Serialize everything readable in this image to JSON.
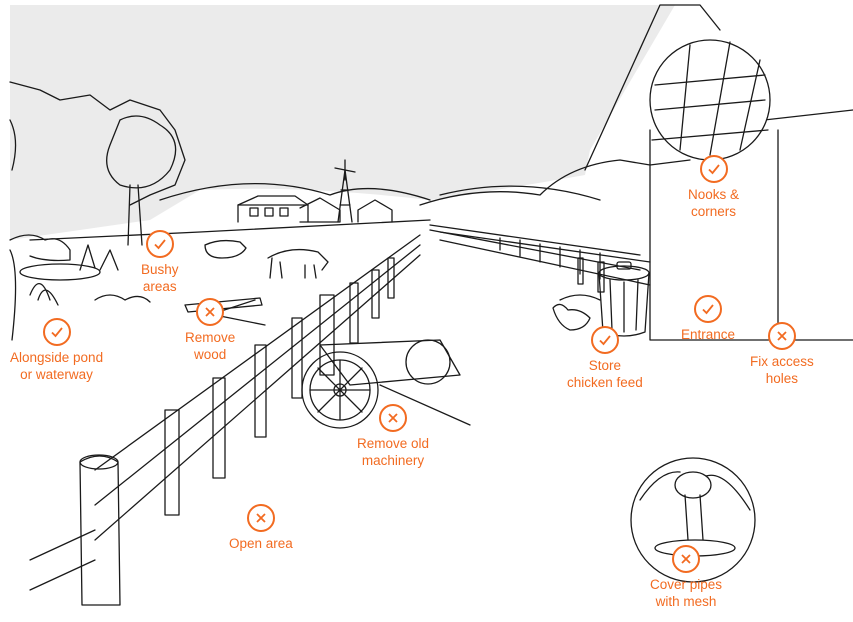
{
  "colors": {
    "accent": "#f26b21",
    "line": "#1a1a1a",
    "sky": "#ebebeb",
    "white": "#ffffff"
  },
  "markers": [
    {
      "id": "bushy-areas",
      "kind": "check",
      "label": "Bushy\nareas"
    },
    {
      "id": "alongside-pond",
      "kind": "check",
      "label": "Alongside pond\nor waterway"
    },
    {
      "id": "remove-wood",
      "kind": "cross",
      "label": "Remove\nwood"
    },
    {
      "id": "remove-old-machinery",
      "kind": "cross",
      "label": "Remove old\nmachinery"
    },
    {
      "id": "open-area",
      "kind": "cross",
      "label": "Open area"
    },
    {
      "id": "nooks-corners",
      "kind": "check",
      "label": "Nooks &\ncorners"
    },
    {
      "id": "store-chicken-feed",
      "kind": "check",
      "label": "Store\nchicken feed"
    },
    {
      "id": "entrance",
      "kind": "check",
      "label": "Entrance"
    },
    {
      "id": "fix-access-holes",
      "kind": "cross",
      "label": "Fix access\nholes"
    },
    {
      "id": "cover-pipes",
      "kind": "cross",
      "label": "Cover pipes\nwith mesh"
    }
  ]
}
